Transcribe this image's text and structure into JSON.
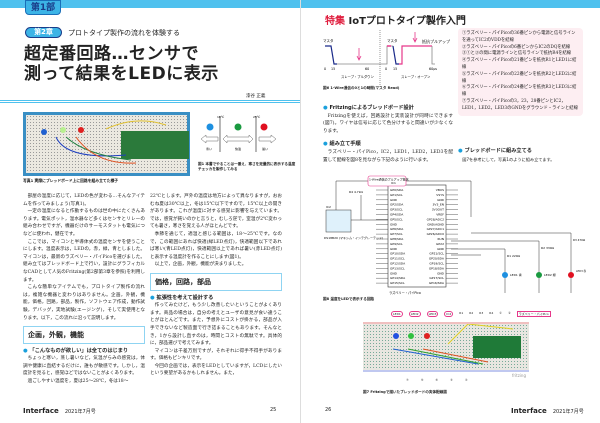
{
  "left_page": {
    "part": "第1部",
    "chapter": "第2章",
    "subtitle": "プロトタイプ製作の流れを体験する",
    "title_lines": [
      "超定番回路…センサで",
      "測って結果をLEDに表示"
    ],
    "author": "漆谷 正義",
    "photo_caption": "写真1 実際にブレッドボード上に回路を組み立てた様子",
    "fig1": {
      "t1": "18℃",
      "t2": "25℃",
      "low": "寒い",
      "mid": "快適",
      "high": "暑い",
      "caption": "図1 本書でやることは一番え、寒さを定量的に表示する温度チェッカを製作してみる"
    },
    "col1_paras": [
      "部屋の温度に応じて，LEDの色が変わる…そんなアイテムを作ってみましょう(写真1)。",
      "一定の温度になると作動するものは世の中にたくさんあります。電気ポット，温水器など多くはセンサとリレーの組み合わせですが，機器だけのサーモスタットも電気につなどに使われ，健在です。",
      "ここでは，マイコンと半導体式の温度センサを使うことにします。温度表示は，LEDの，赤，緑，青としました。マイコンは，最新のラズベリー・パイPicoを選びました。組み立てはブレッドボード上で行い，設計にグラフィカルなCADとして人気のFritzing(第2部第3章を参照)を利用します。",
      "こんな簡単なアイテムでも，プロトタイプ製作の流れは，複雑な機器と変わりはありません。企画，外観，機能，価格，回路，部品，製作，ソフトウェア作成，動作試験，デバッグ，実地試験(エージング)，そして実使用となります。以下，この流れに沿って説明します。"
    ],
    "col1_h2": "企画，外観，機能",
    "col1_h3": "「こんなものが欲しい」は全てのはじまり",
    "col1_paras2": [
      "ちょっと寒い，蒸し暑いなど，気温がらみの感覚は，体調や健康に直結するだけに，誰もが敏感です。しかし，温度計を見ると，感覚ほどではないことがよくあります。",
      "過ごしやすい温度を，夏は25～28℃，冬は18～"
    ],
    "col2_paras": [
      "22℃とします。戸外の温度は地方によって異なりますが，おおむね夏は30℃以上，冬は15℃以下ですので，15℃以上の開きがあります。これが温度に対する感覚に影響を与えています。では，感覚が鈍いのかと言うと，むしろ逆で，室温が2℃変わっても暑さ，寒さを覚える人がほとんどです。",
      "季節を通じて，適温と感じる範囲は，18～25℃です。なので，この範囲にあれば快適(緑LED点灯)，快適範囲以下であれば寒い(青LED点灯)，快適範囲以上であれば暑い(赤LED点灯)と表示する温度計を作ることにします(図1)。",
      "以上で，企画，外観，機能が決まりました。"
    ],
    "col2_h2": "価格，回路，部品",
    "col2_h3": "拡張性を考えて設計する",
    "col2_paras2": [
      "作ってみたけど，もう少し改善したいということがよくあります。商品の場合は，自分の考えとユーザの意見が食い違うことがほとんどです。また，予想外にコストが掛かる，部品が入手できないなど製造面で行き詰まることもあります。そんなとき，1から設計し直すのは，時間とコストの無駄です。具体的に，部品選びで考えてみます。",
      "マイコンは千差万別ですが，それぞれに得手不得手があります。価格もピンキリです。",
      "今回の企画では，表示をLEDとしていますが，LCDにしたいという要望があるかもしれません。また，"
    ],
    "footer": {
      "brand": "Interface",
      "issue": "2021年7月号",
      "page": "25"
    }
  },
  "right_page": {
    "header_tag": "特集",
    "header_title": "IoTプロトタイプ製作入門",
    "fig6": {
      "master": "マスタ",
      "master2": "マスタ",
      "pullup": "抵抗プルアップ",
      "slave_down": "スレーブ・プルダウン",
      "slave_open": "スレーブ・オープン",
      "t0": "0",
      "t15": "15",
      "t60": "60",
      "t0b": "0",
      "t15b": "15",
      "t60b": "60μs",
      "caption": "図6 1-Wire通信の0と1の時間(マスタ Read)"
    },
    "sec1_h3": "Fritzingによるブレッドボード設計",
    "sec1_text": "Fritzingを使えば，回路設計と実装設計が同時にできます(図7)。ワイヤは信号に応じて色分けすると間違いが少なくなります。",
    "sec2_h3": "組み立て手順",
    "sec2_text": "ラズベリー・パイPico，IC2，LED1，LED2，LED3を配置して配線を図8を見ながら下記のように行います。",
    "steps": [
      "①ラズベリー・パイPicoの36番ピンから電源と信号ラインを通ってIC2のVDDを結線",
      "②ラズベリー・パイPicoの6番ピンからIC2のDQを結線",
      "③①と②の間に電源ラインと信号ラインで抵抗R4を結線",
      "④ラズベリー・パイPicoの21番ピンを抵抗R1とLED1に結線",
      "⑤ラズベリー・パイPicoの22番ピンを抵抗R2とLED2に結線",
      "⑥ラズベリー・パイPicoの24番ピンを抵抗R3とLED3に結線",
      "⑦ラズベリー・パイPicoの3，23，28番ピンとIC2，LED1，LED2，LED3のGNDをグラウンド・ラインと結線"
    ],
    "sec3_h3": "ブレッドボードに組み立てる",
    "sec3_text": "図7を参考にして，写真1のように組み立てます。",
    "fig8": {
      "note": "1-Wire通信のプルアップ抵抗",
      "ic1": "IC1",
      "ic2": "IC2",
      "r4": "R4 4.7kΩ",
      "sensor": "DS18B20 (マキシム・インテグレーテッド)",
      "pico": "ラズベリー・パイPico",
      "r1": "R1 220Ω",
      "r2": "R2 330Ω",
      "r3": "R3 470Ω",
      "led1": "LED1 青",
      "led2": "LED2 緑",
      "led3": "LED3 赤",
      "caption": "図8 温度をLEDで表示する回路",
      "left_pins": [
        "GP0/SDA",
        "GP1/SCL",
        "GND",
        "GP2/SDA",
        "GP3/SCL",
        "GP4/SDA",
        "GP5/SCL",
        "GND",
        "GP6/SDA",
        "GP7/SCL",
        "GP8/SDA",
        "GP9/SCL",
        "GND",
        "GP10/SDA",
        "GP11/SCL",
        "GP12/SDA",
        "GP13/SCL",
        "GND",
        "GP14/SDA",
        "GP15/SCL"
      ],
      "right_pins": [
        "VBUS",
        "VSYS",
        "GND",
        "3V3_EN",
        "3V3OUT",
        "VREF",
        "GP28/ADC2",
        "GND/AGND",
        "GP27/ADC1",
        "GP26/ADC0",
        "RUN",
        "GP22",
        "GND",
        "GP21/SCL",
        "GP20/SDA",
        "GP19/SCL",
        "GP18/SDA",
        "GND",
        "GP17/SCL",
        "GP16/SDA"
      ]
    },
    "fig7": {
      "labels": [
        "LED1",
        "LED2",
        "LED3",
        "IC2",
        "R1",
        "R2",
        "R3",
        "⑦",
        "⑤",
        "⑥",
        "R4",
        "①",
        "②",
        "③",
        "④"
      ],
      "pico_label": "ラズベリー・パイPico",
      "watermark": "fritzing",
      "caption": "図7 Fritzingで描いたブレッドボードの実体配線図"
    },
    "footer": {
      "page": "26",
      "brand": "Interface",
      "issue": "2021年7月号"
    }
  },
  "colors": {
    "accent": "#4fc1ee",
    "pink": "#e6388a",
    "navy": "#1a2a8a"
  }
}
